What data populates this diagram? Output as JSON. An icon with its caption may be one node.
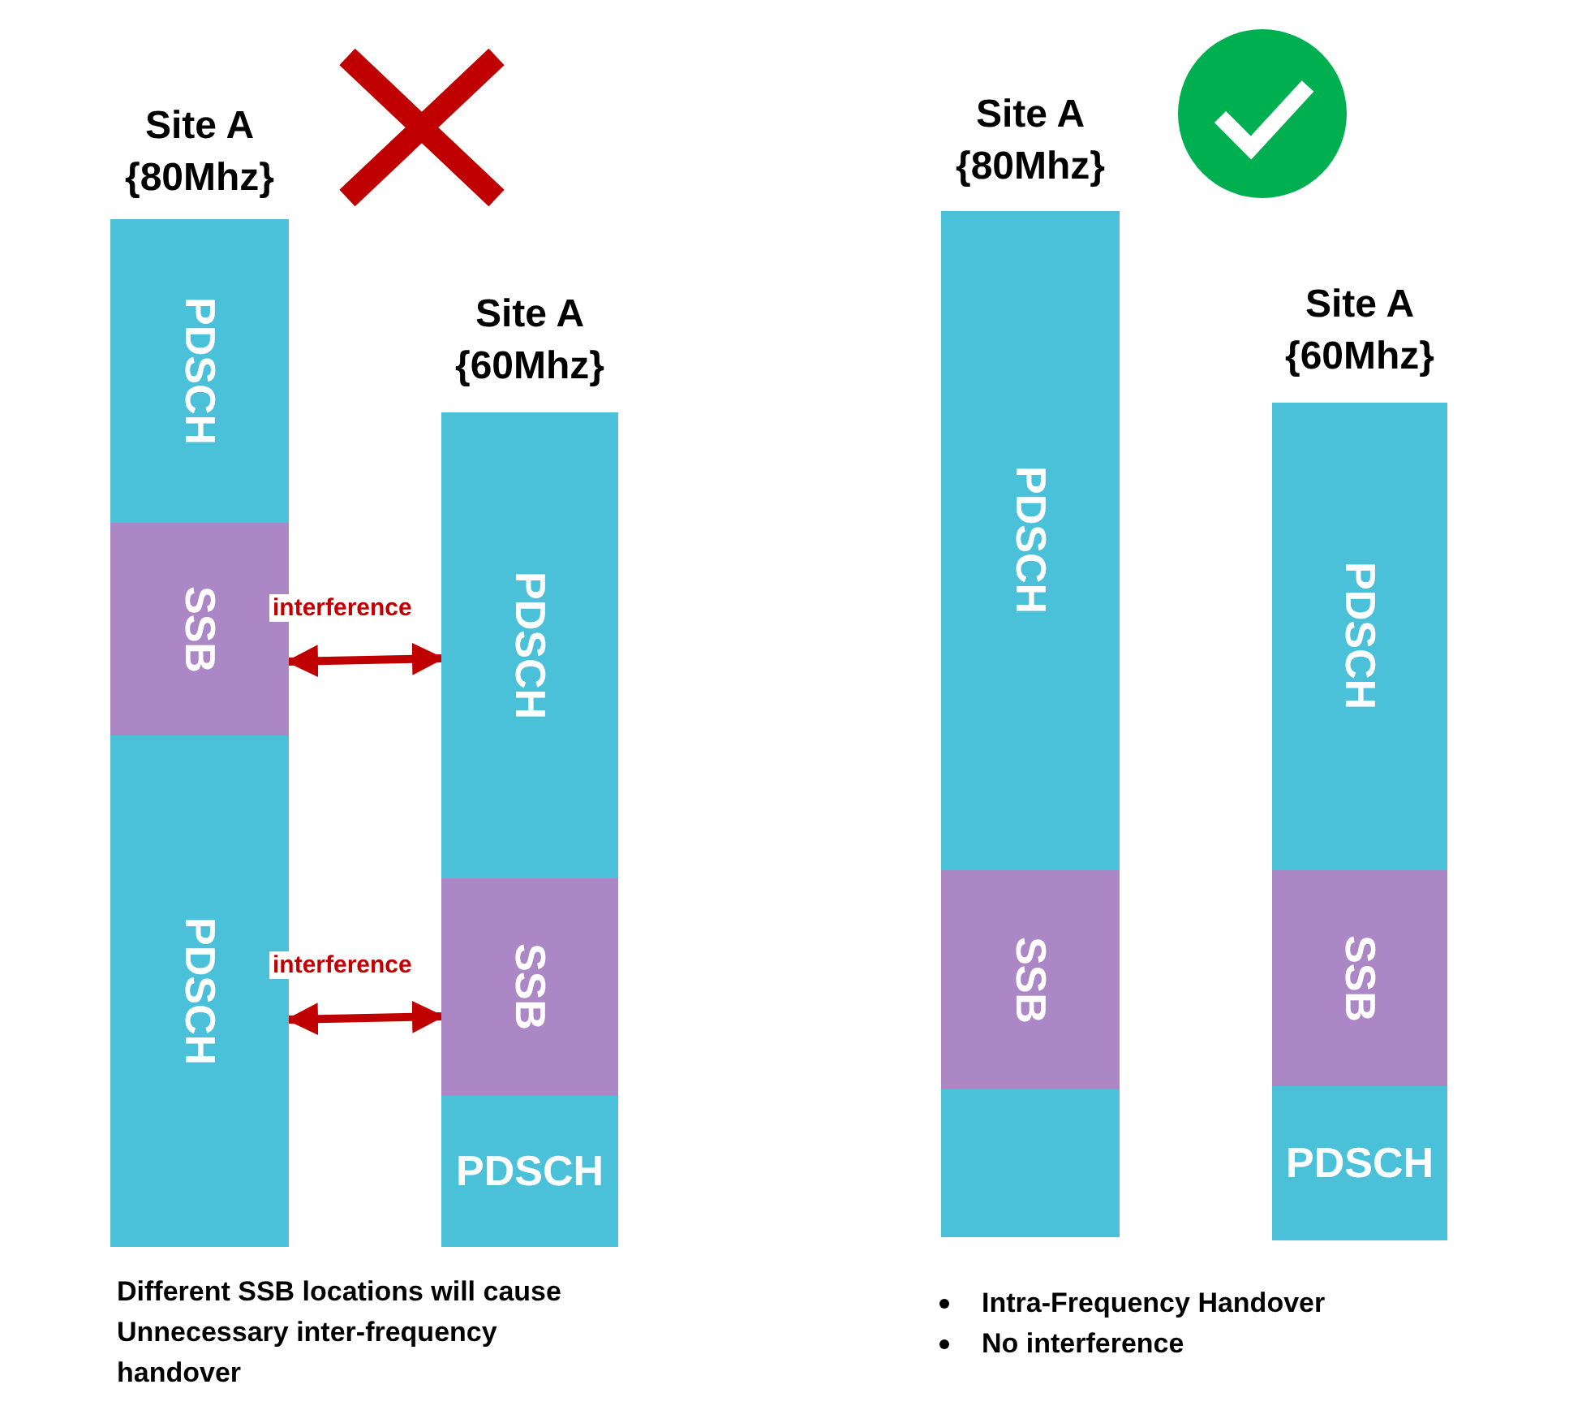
{
  "diagram": {
    "nodes": [
      {
        "text": [
          "Site A {80Mhz}"
        ]
      },
      {
        "text": [
          "PDSCH"
        ],
        "in": 0
      },
      {
        "text": [
          "SSB"
        ],
        "in": 0
      },
      {
        "text": [
          "PDSCH"
        ],
        "in": 0
      },
      {
        "text": [
          "Site A {60Mhz}"
        ]
      },
      {
        "text": [
          "PDSCH"
        ],
        "in": 4
      },
      {
        "text": [
          "SSB"
        ],
        "in": 4
      },
      {
        "text": [
          "PDSCH"
        ],
        "in": 4
      },
      {
        "text": [
          "Site A {80Mhz}"
        ]
      },
      {
        "text": [
          "PDSCH"
        ],
        "in": 8
      },
      {
        "text": [
          "SSB"
        ],
        "in": 8
      },
      {
        "text": [],
        "shape": "box",
        "in": 8
      },
      {
        "text": [
          "Site A {60Mhz}"
        ]
      },
      {
        "text": [
          "PDSCH"
        ],
        "in": 12
      },
      {
        "text": [
          "SSB"
        ],
        "in": 12
      },
      {
        "text": [
          "PDSCH"
        ],
        "in": 12
      }
    ],
    "edges": [
      {
        "from": 2,
        "to": 5,
        "arrow": "both",
        "label": "interference"
      },
      {
        "from": 3,
        "to": 6,
        "arrow": "both",
        "label": "interference"
      }
    ],
    "labels": [
      "Different SSB locations will cause Unnecessary inter-frequency handover",
      "Intra-Frequency Handover",
      "No interference"
    ]
  }
}
